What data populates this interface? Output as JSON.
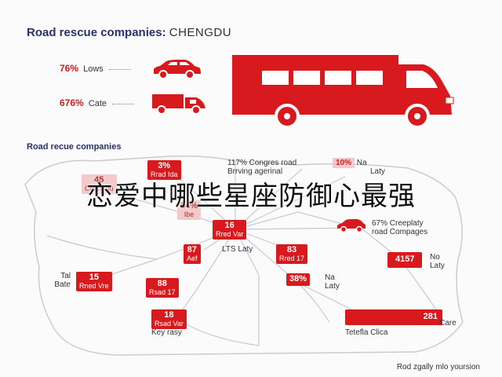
{
  "header": {
    "title": "Road rescue companies:",
    "city": "CHENGDU"
  },
  "stats": [
    {
      "pct": "76%",
      "label": "Lows"
    },
    {
      "pct": "676%",
      "label": "Cate"
    }
  ],
  "subtitle": "Road recue companies",
  "overlay_text": "恋爱中哪些星座防御心最强",
  "map": {
    "top_notes": [
      {
        "value": "117%",
        "label": "Congres road",
        "sub": "Brrving agerinal"
      },
      {
        "value": "10%",
        "label": "Na",
        "sub": "Laty"
      }
    ],
    "badges": [
      {
        "value": "45",
        "text": "Chenpau"
      },
      {
        "value": "3%",
        "text": "Rrad Ida"
      },
      {
        "value": "84%",
        "text": "Ibe"
      },
      {
        "value": "16",
        "text": "Rred Var"
      },
      {
        "value": "87",
        "text": "Aef"
      },
      {
        "value": "83",
        "text": "Rred 17"
      },
      {
        "value": "15",
        "text": "Rned Vre"
      },
      {
        "value": "88",
        "text": "Rsad 17"
      },
      {
        "value": "38%",
        "text": ""
      },
      {
        "value": "4157",
        "text": ""
      },
      {
        "value": "18",
        "text": "Rsad Var"
      },
      {
        "value": "281",
        "text": ""
      }
    ],
    "labels": {
      "lty": "LTS Laty",
      "tal": "Tal Bate",
      "na2": "Na Laty",
      "no": "No Laty",
      "key": "Key rasy",
      "care": "Care",
      "tetefla": "Tetefla Clica",
      "car_pct": "67%",
      "car_label": "Creeplaty",
      "car_sub": "road Compages"
    }
  },
  "footer": "Rod zgally mlo yoursion",
  "colors": {
    "accent": "#d8191e",
    "title": "#2a2f6b"
  }
}
